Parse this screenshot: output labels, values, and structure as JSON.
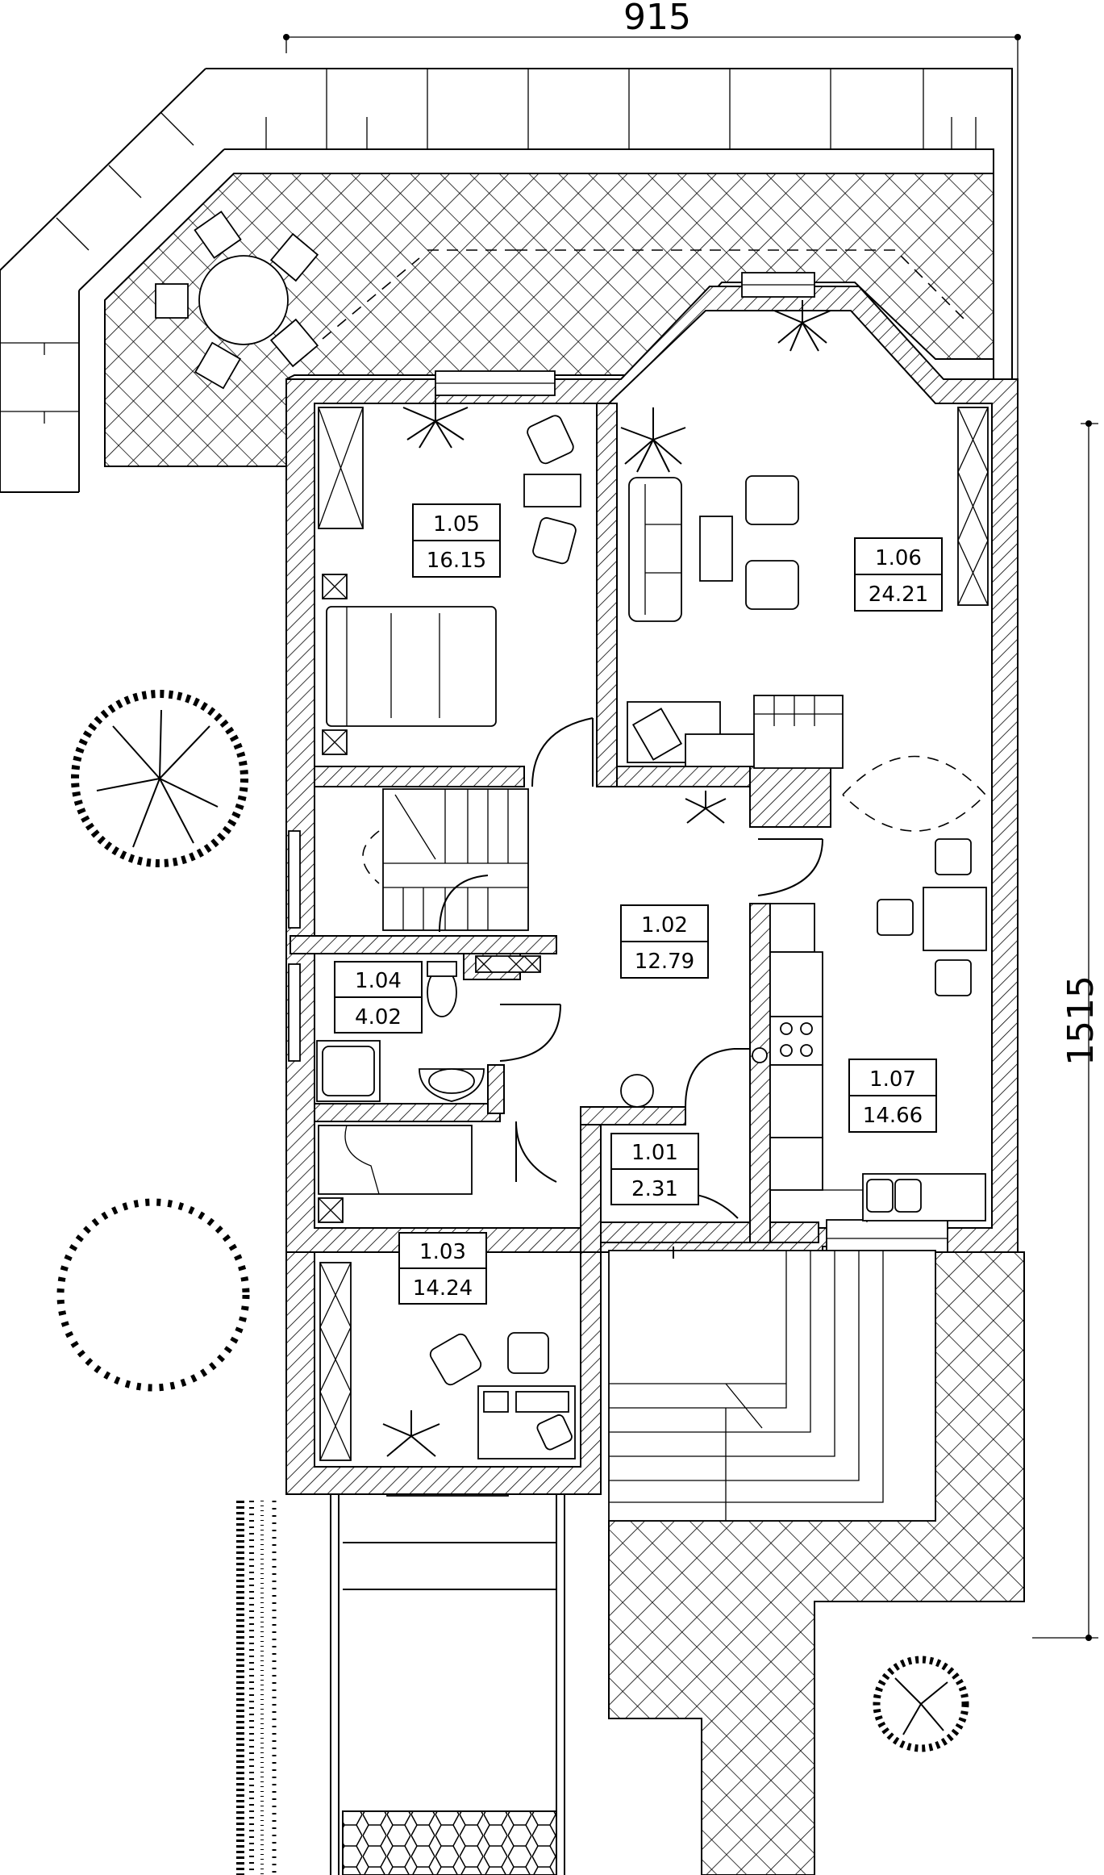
{
  "dimensions": {
    "width_label": "915",
    "height_label": "1515"
  },
  "rooms": [
    {
      "id": "1.01",
      "number": "1.01",
      "area": "2.31"
    },
    {
      "id": "1.02",
      "number": "1.02",
      "area": "12.79"
    },
    {
      "id": "1.03",
      "number": "1.03",
      "area": "14.24"
    },
    {
      "id": "1.04",
      "number": "1.04",
      "area": "4.02"
    },
    {
      "id": "1.05",
      "number": "1.05",
      "area": "16.15"
    },
    {
      "id": "1.06",
      "number": "1.06",
      "area": "24.21"
    },
    {
      "id": "1.07",
      "number": "1.07",
      "area": "14.66"
    }
  ]
}
